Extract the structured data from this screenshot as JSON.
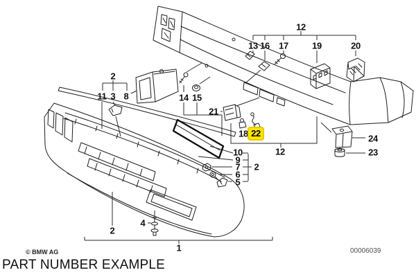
{
  "diagram": {
    "description_visible": false,
    "highlighted_callout": "22",
    "highlight_color": "#ffe600",
    "line_color": "#1c1c1c",
    "callouts": [
      {
        "id": "2-grille-group",
        "label": "2"
      },
      {
        "id": "11",
        "label": "11"
      },
      {
        "id": "3",
        "label": "3"
      },
      {
        "id": "8",
        "label": "8"
      },
      {
        "id": "14",
        "label": "14"
      },
      {
        "id": "15",
        "label": "15"
      },
      {
        "id": "12-upper",
        "label": "12"
      },
      {
        "id": "13",
        "label": "13"
      },
      {
        "id": "16",
        "label": "16"
      },
      {
        "id": "17",
        "label": "17"
      },
      {
        "id": "19",
        "label": "19"
      },
      {
        "id": "20",
        "label": "20"
      },
      {
        "id": "21",
        "label": "21"
      },
      {
        "id": "18",
        "label": "18"
      },
      {
        "id": "22",
        "label": "22",
        "highlighted": true
      },
      {
        "id": "12-lower",
        "label": "12"
      },
      {
        "id": "24",
        "label": "24"
      },
      {
        "id": "23",
        "label": "23"
      },
      {
        "id": "10",
        "label": "10"
      },
      {
        "id": "9",
        "label": "9"
      },
      {
        "id": "7",
        "label": "7"
      },
      {
        "id": "6",
        "label": "6"
      },
      {
        "id": "5",
        "label": "5"
      },
      {
        "id": "2-mid-group",
        "label": "2"
      },
      {
        "id": "2-lower-group",
        "label": "2"
      },
      {
        "id": "4",
        "label": "4"
      },
      {
        "id": "1",
        "label": "1"
      }
    ]
  },
  "footer": {
    "copyright": "© BMW AG",
    "caption": "PART NUMBER EXAMPLE",
    "drawing_number": "00006039"
  }
}
